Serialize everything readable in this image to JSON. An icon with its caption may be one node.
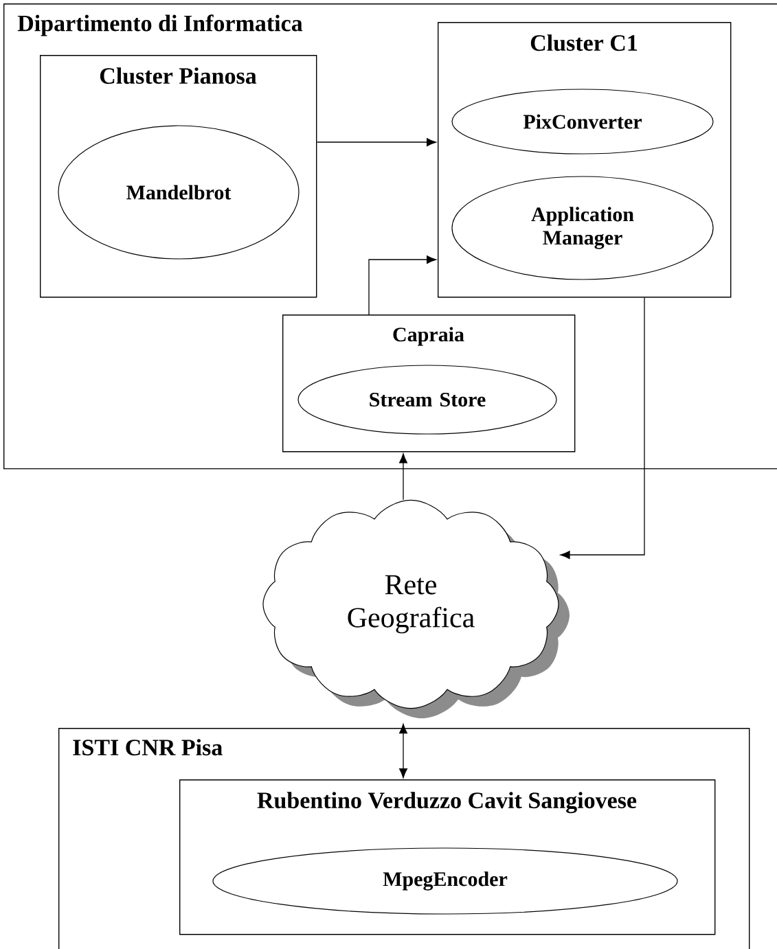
{
  "diagram": {
    "nodes": [
      {
        "text": [
          "Dipartimento di Informatica"
        ]
      },
      {
        "text": [
          "Cluster Pianosa"
        ],
        "in": 0
      },
      {
        "text": [
          "Mandelbrot"
        ],
        "in": 1
      },
      {
        "text": [
          "Cluster C1"
        ],
        "in": 0
      },
      {
        "text": [
          "PixConverter"
        ],
        "in": 3
      },
      {
        "text": [
          "Application Manager"
        ],
        "in": 3
      },
      {
        "text": [
          "Capraia"
        ],
        "in": 0
      },
      {
        "text": [
          "Stream Store"
        ],
        "in": 6
      },
      {
        "text": [
          "Rete Geografica"
        ]
      },
      {
        "text": [
          "ISTI CNR Pisa"
        ]
      },
      {
        "text": [
          "Rubentino Verduzzo Cavit Sangiovese"
        ],
        "in": 9
      },
      {
        "text": [
          "MpegEncoder"
        ],
        "in": 10
      }
    ],
    "edges": [
      {
        "from": 1,
        "to": 3,
        "arrow": "to"
      },
      {
        "from": 6,
        "to": 3,
        "arrow": "to"
      },
      {
        "from": 3,
        "to": 8,
        "arrow": "to"
      },
      {
        "from": 8,
        "to": 6,
        "arrow": "to"
      },
      {
        "from": 8,
        "to": 10,
        "arrow": "both"
      }
    ]
  }
}
